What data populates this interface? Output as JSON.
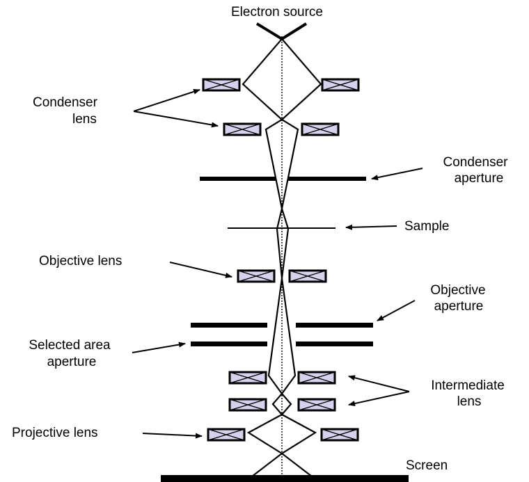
{
  "labels": {
    "electron_source": "Electron source",
    "condenser_lens_1": "Condenser",
    "condenser_lens_2": "lens",
    "condenser_aperture_1": "Condenser",
    "condenser_aperture_2": "aperture",
    "sample": "Sample",
    "objective_lens": "Objective lens",
    "objective_aperture_1": "Objective",
    "objective_aperture_2": "aperture",
    "selected_area_1": "Selected area",
    "selected_area_2": "aperture",
    "intermediate_lens_1": "Intermediate",
    "intermediate_lens_2": "lens",
    "projective_lens": "Projective lens",
    "screen": "Screen"
  },
  "colors": {
    "lens_fill": "#d6d2ee",
    "line": "#000000"
  }
}
